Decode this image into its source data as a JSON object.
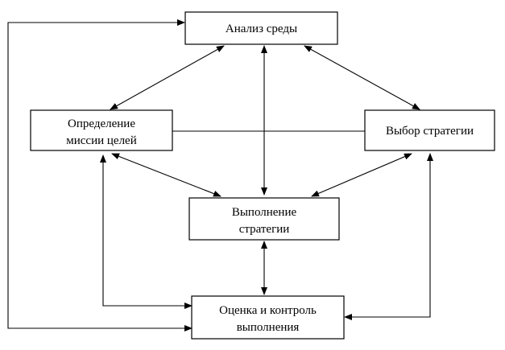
{
  "diagram": {
    "nodes": {
      "analysis": {
        "line1": "Анализ среды"
      },
      "mission": {
        "line1": "Определение",
        "line2": "миссии целей"
      },
      "strategy_choice": {
        "line1": "Выбор стратегии"
      },
      "execution": {
        "line1": "Выполнение",
        "line2": "стратегии"
      },
      "evaluation": {
        "line1": "Оценка и контроль",
        "line2": "выполнения"
      }
    },
    "edges": [
      {
        "from": "analysis",
        "to": "mission",
        "direction": "both"
      },
      {
        "from": "analysis",
        "to": "strategy_choice",
        "direction": "both"
      },
      {
        "from": "analysis",
        "to": "execution",
        "direction": "both"
      },
      {
        "from": "mission",
        "to": "strategy_choice",
        "direction": "none"
      },
      {
        "from": "mission",
        "to": "execution",
        "direction": "both"
      },
      {
        "from": "strategy_choice",
        "to": "execution",
        "direction": "both"
      },
      {
        "from": "execution",
        "to": "evaluation",
        "direction": "both"
      },
      {
        "from": "evaluation",
        "to": "mission",
        "direction": "both"
      },
      {
        "from": "evaluation",
        "to": "strategy_choice",
        "direction": "both"
      },
      {
        "from": "evaluation",
        "to": "analysis",
        "direction": "both"
      }
    ],
    "colors": {
      "line": "#000000",
      "box_fill": "#ffffff",
      "text": "#000000"
    }
  }
}
